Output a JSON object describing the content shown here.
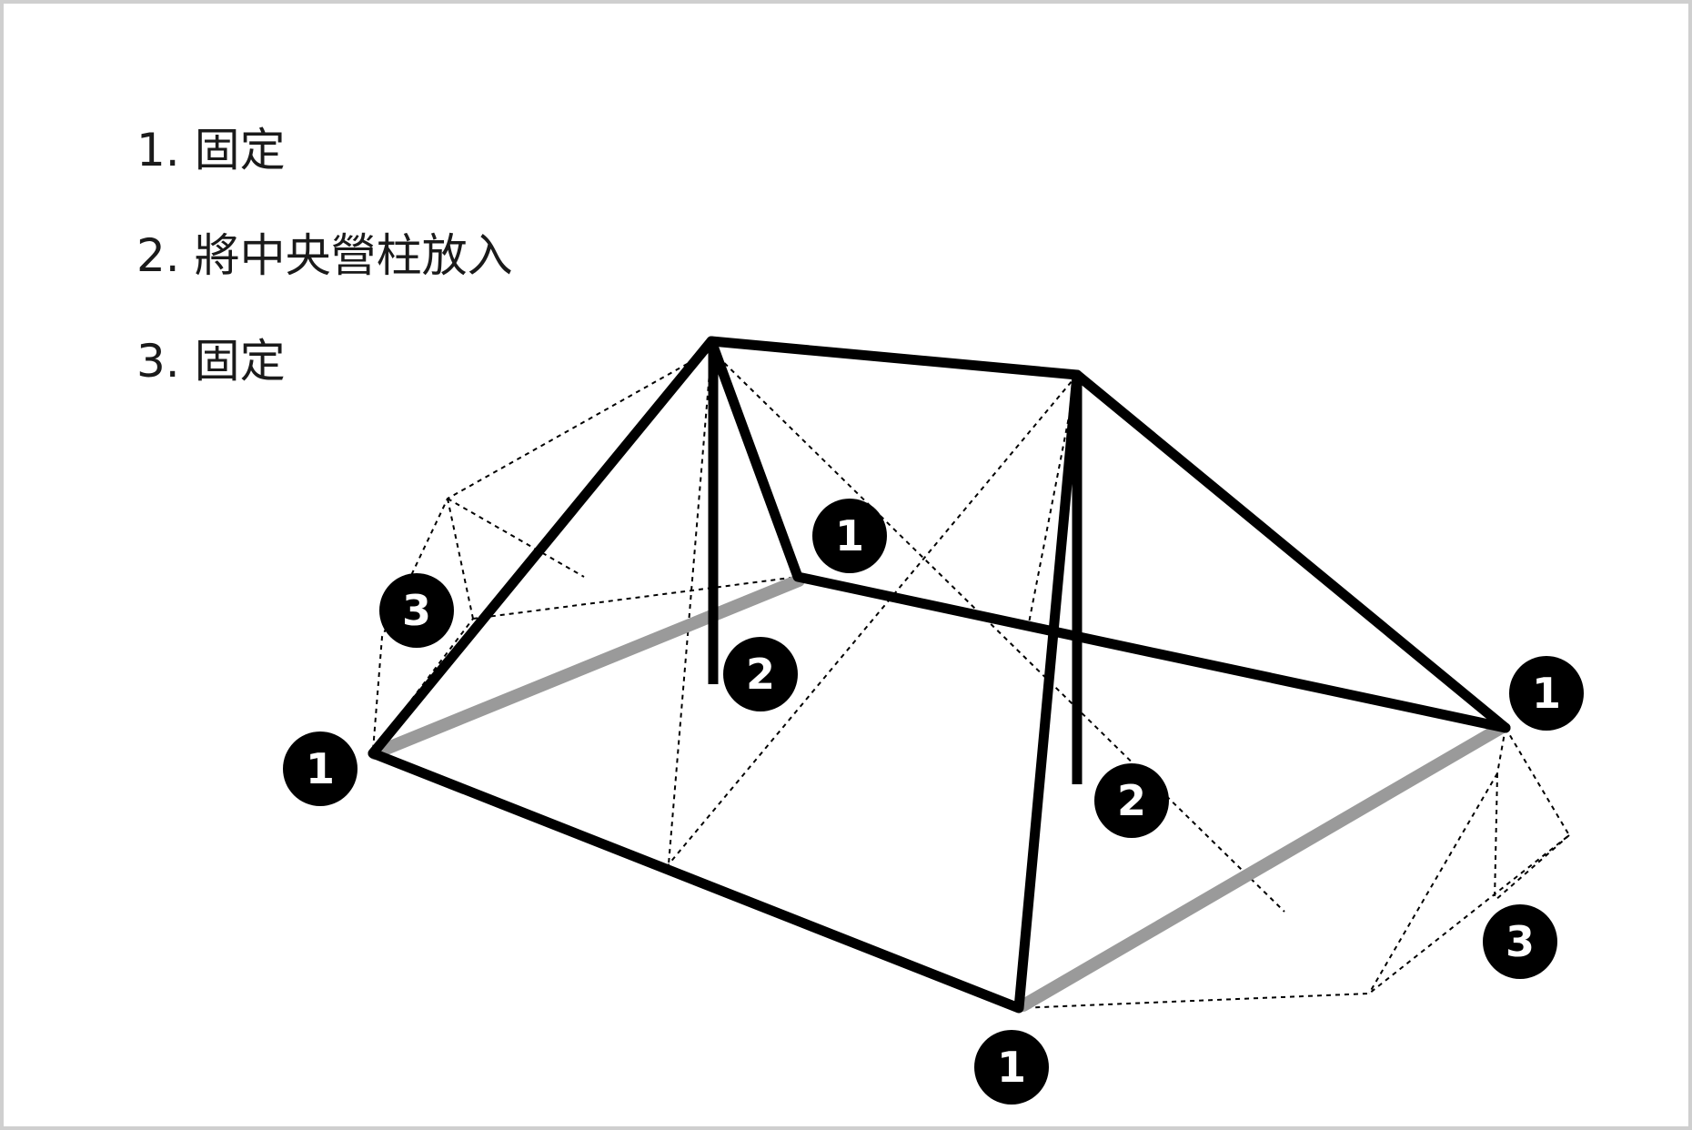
{
  "steps": [
    {
      "label": "1. 固定"
    },
    {
      "label": "2. 將中央營柱放入"
    },
    {
      "label": "3. 固定"
    }
  ],
  "badges": {
    "fix": "1",
    "pole": "2",
    "fix2": "3"
  },
  "colors": {
    "frame": "#000000",
    "ground": "#9a9a9a",
    "dotted": "#000000",
    "badge_fill": "#000000",
    "badge_text": "#ffffff",
    "border": "#cfcfcf"
  }
}
